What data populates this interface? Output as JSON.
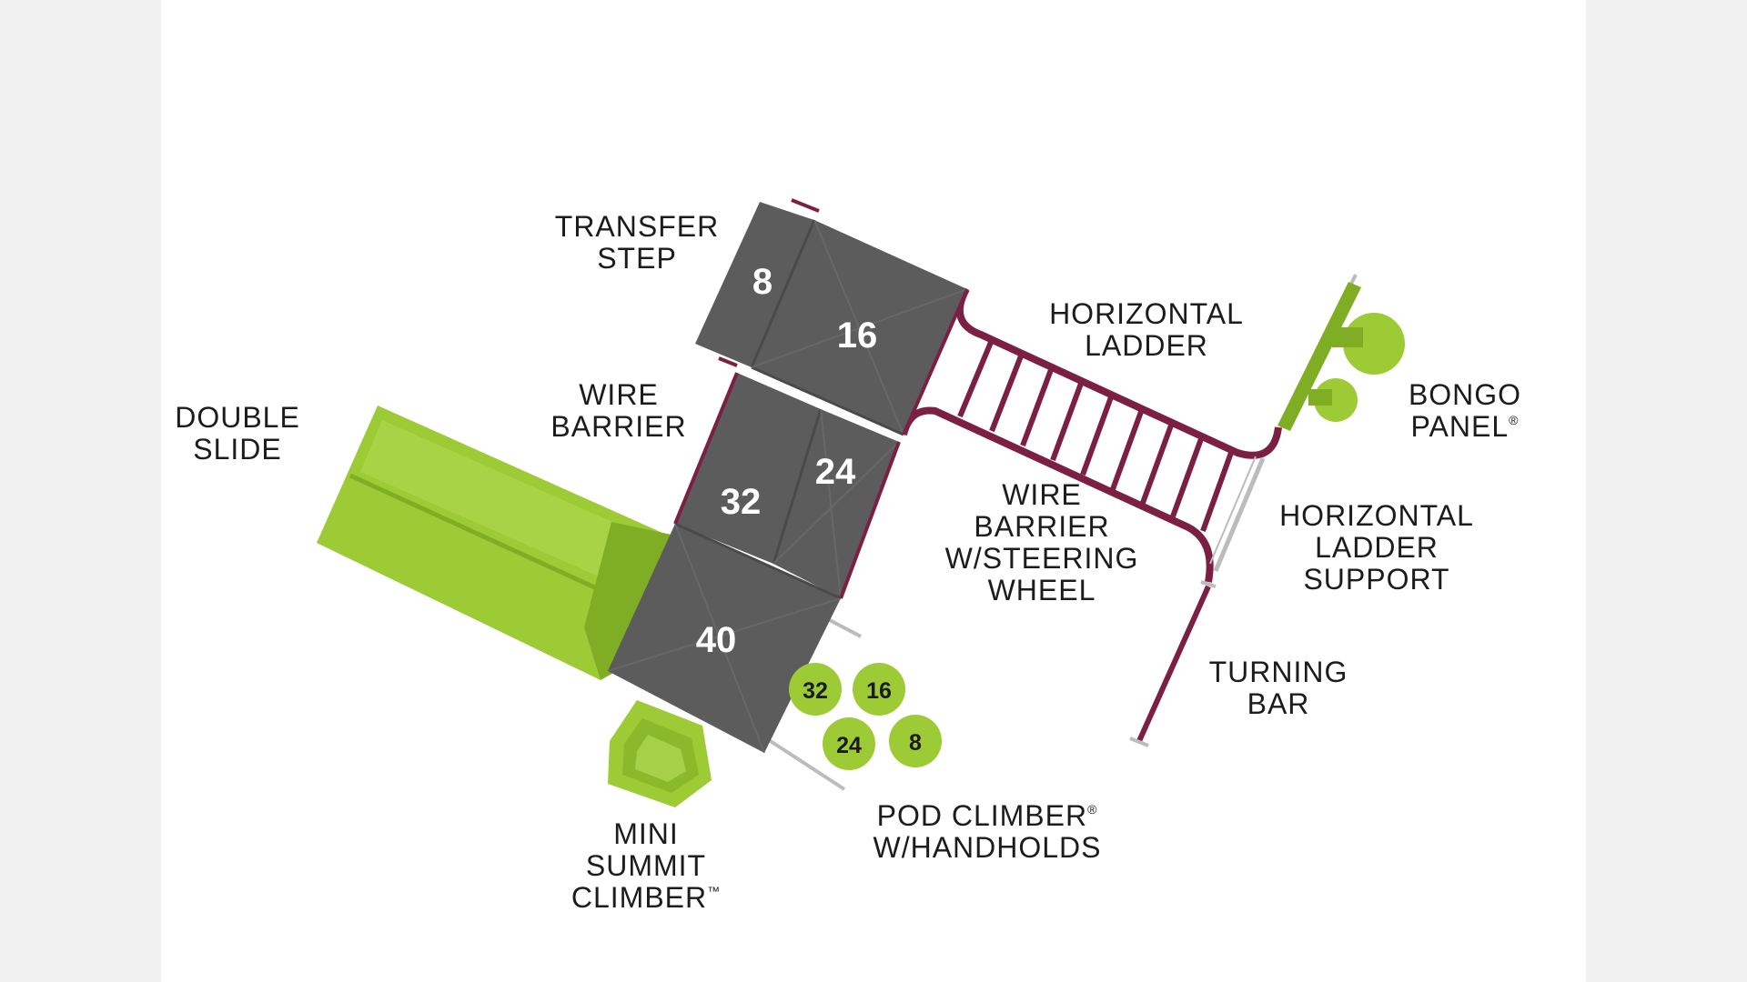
{
  "colors": {
    "deck": "#5c5c5c",
    "deck_edge": "#4a4a4a",
    "frame": "#7c2043",
    "green": "#9ccb36",
    "green_dark": "#7fae24",
    "green_light": "#b2da54",
    "rail": "#bcbcbc"
  },
  "decks": [
    {
      "id": "deck-8",
      "label": "8"
    },
    {
      "id": "deck-16",
      "label": "16"
    },
    {
      "id": "deck-32",
      "label": "32"
    },
    {
      "id": "deck-24",
      "label": "24"
    },
    {
      "id": "deck-40",
      "label": "40"
    }
  ],
  "pods": [
    {
      "id": "pod-32",
      "label": "32"
    },
    {
      "id": "pod-16",
      "label": "16"
    },
    {
      "id": "pod-24",
      "label": "24"
    },
    {
      "id": "pod-8",
      "label": "8"
    }
  ],
  "callouts": {
    "transfer_step": [
      "TRANSFER",
      "STEP"
    ],
    "horizontal_ladder": [
      "HORIZONTAL",
      "LADDER"
    ],
    "bongo_panel": [
      "BONGO",
      "PANEL"
    ],
    "double_slide": [
      "DOUBLE",
      "SLIDE"
    ],
    "wire_barrier": [
      "WIRE",
      "BARRIER"
    ],
    "wire_barrier_steering": [
      "WIRE",
      "BARRIER",
      "W/STEERING",
      "WHEEL"
    ],
    "horizontal_ladder_support": [
      "HORIZONTAL",
      "LADDER",
      "SUPPORT"
    ],
    "turning_bar": [
      "TURNING",
      "BAR"
    ],
    "pod_climber": [
      "POD CLIMBER",
      "W/HANDHOLDS"
    ],
    "mini_summit_climber": [
      "MINI",
      "SUMMIT",
      "CLIMBER"
    ]
  },
  "marks": {
    "registered": "®",
    "trademark": "™"
  }
}
